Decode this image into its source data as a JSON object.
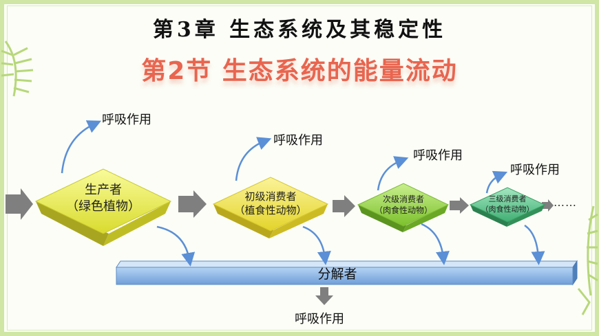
{
  "chapter_title": "第3章 生态系统及其稳定性",
  "section_title": "第2节 生态系统的能量流动",
  "respiration_label": "呼吸作用",
  "nodes": [
    {
      "line1": "生产者",
      "line2": "（绿色植物）",
      "color": "#eef04a"
    },
    {
      "line1": "初级消费者",
      "line2": "（植食性动物）",
      "color": "#f4e844"
    },
    {
      "line1": "次级消费者",
      "line2": "（肉食性动物）",
      "color": "#9bd84a"
    },
    {
      "line1": "三级消费者",
      "line2": "（肉食性动物）",
      "color": "#57c88c"
    }
  ],
  "decomposer_label": "分解者",
  "decomposer_color": "#8fb8e6",
  "continuation": "……",
  "arrow_color": "#7f7f7f",
  "curve_color": "#5b8fd6"
}
